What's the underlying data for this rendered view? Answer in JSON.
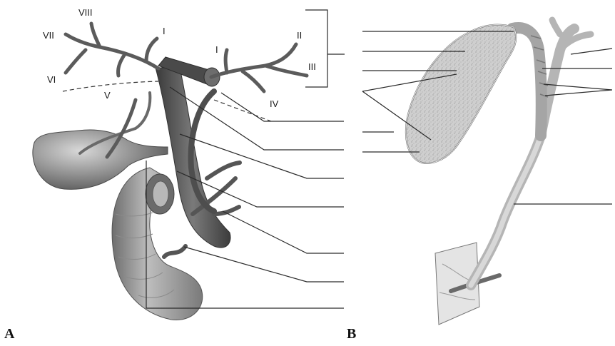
{
  "panels": [
    {
      "id": "A",
      "label": "A",
      "segment_labels": [
        "VIII",
        "VII",
        "VI",
        "V",
        "I",
        "I",
        "II",
        "III",
        "IV"
      ]
    },
    {
      "id": "B",
      "label": "B",
      "segment_labels": []
    }
  ],
  "colors": {
    "duct": "#5a5a5a",
    "gallbladder": "#8a8a8a",
    "duodenum": "#a9a9a9",
    "leader_line": "#2a2a2a",
    "background": "#ffffff"
  }
}
